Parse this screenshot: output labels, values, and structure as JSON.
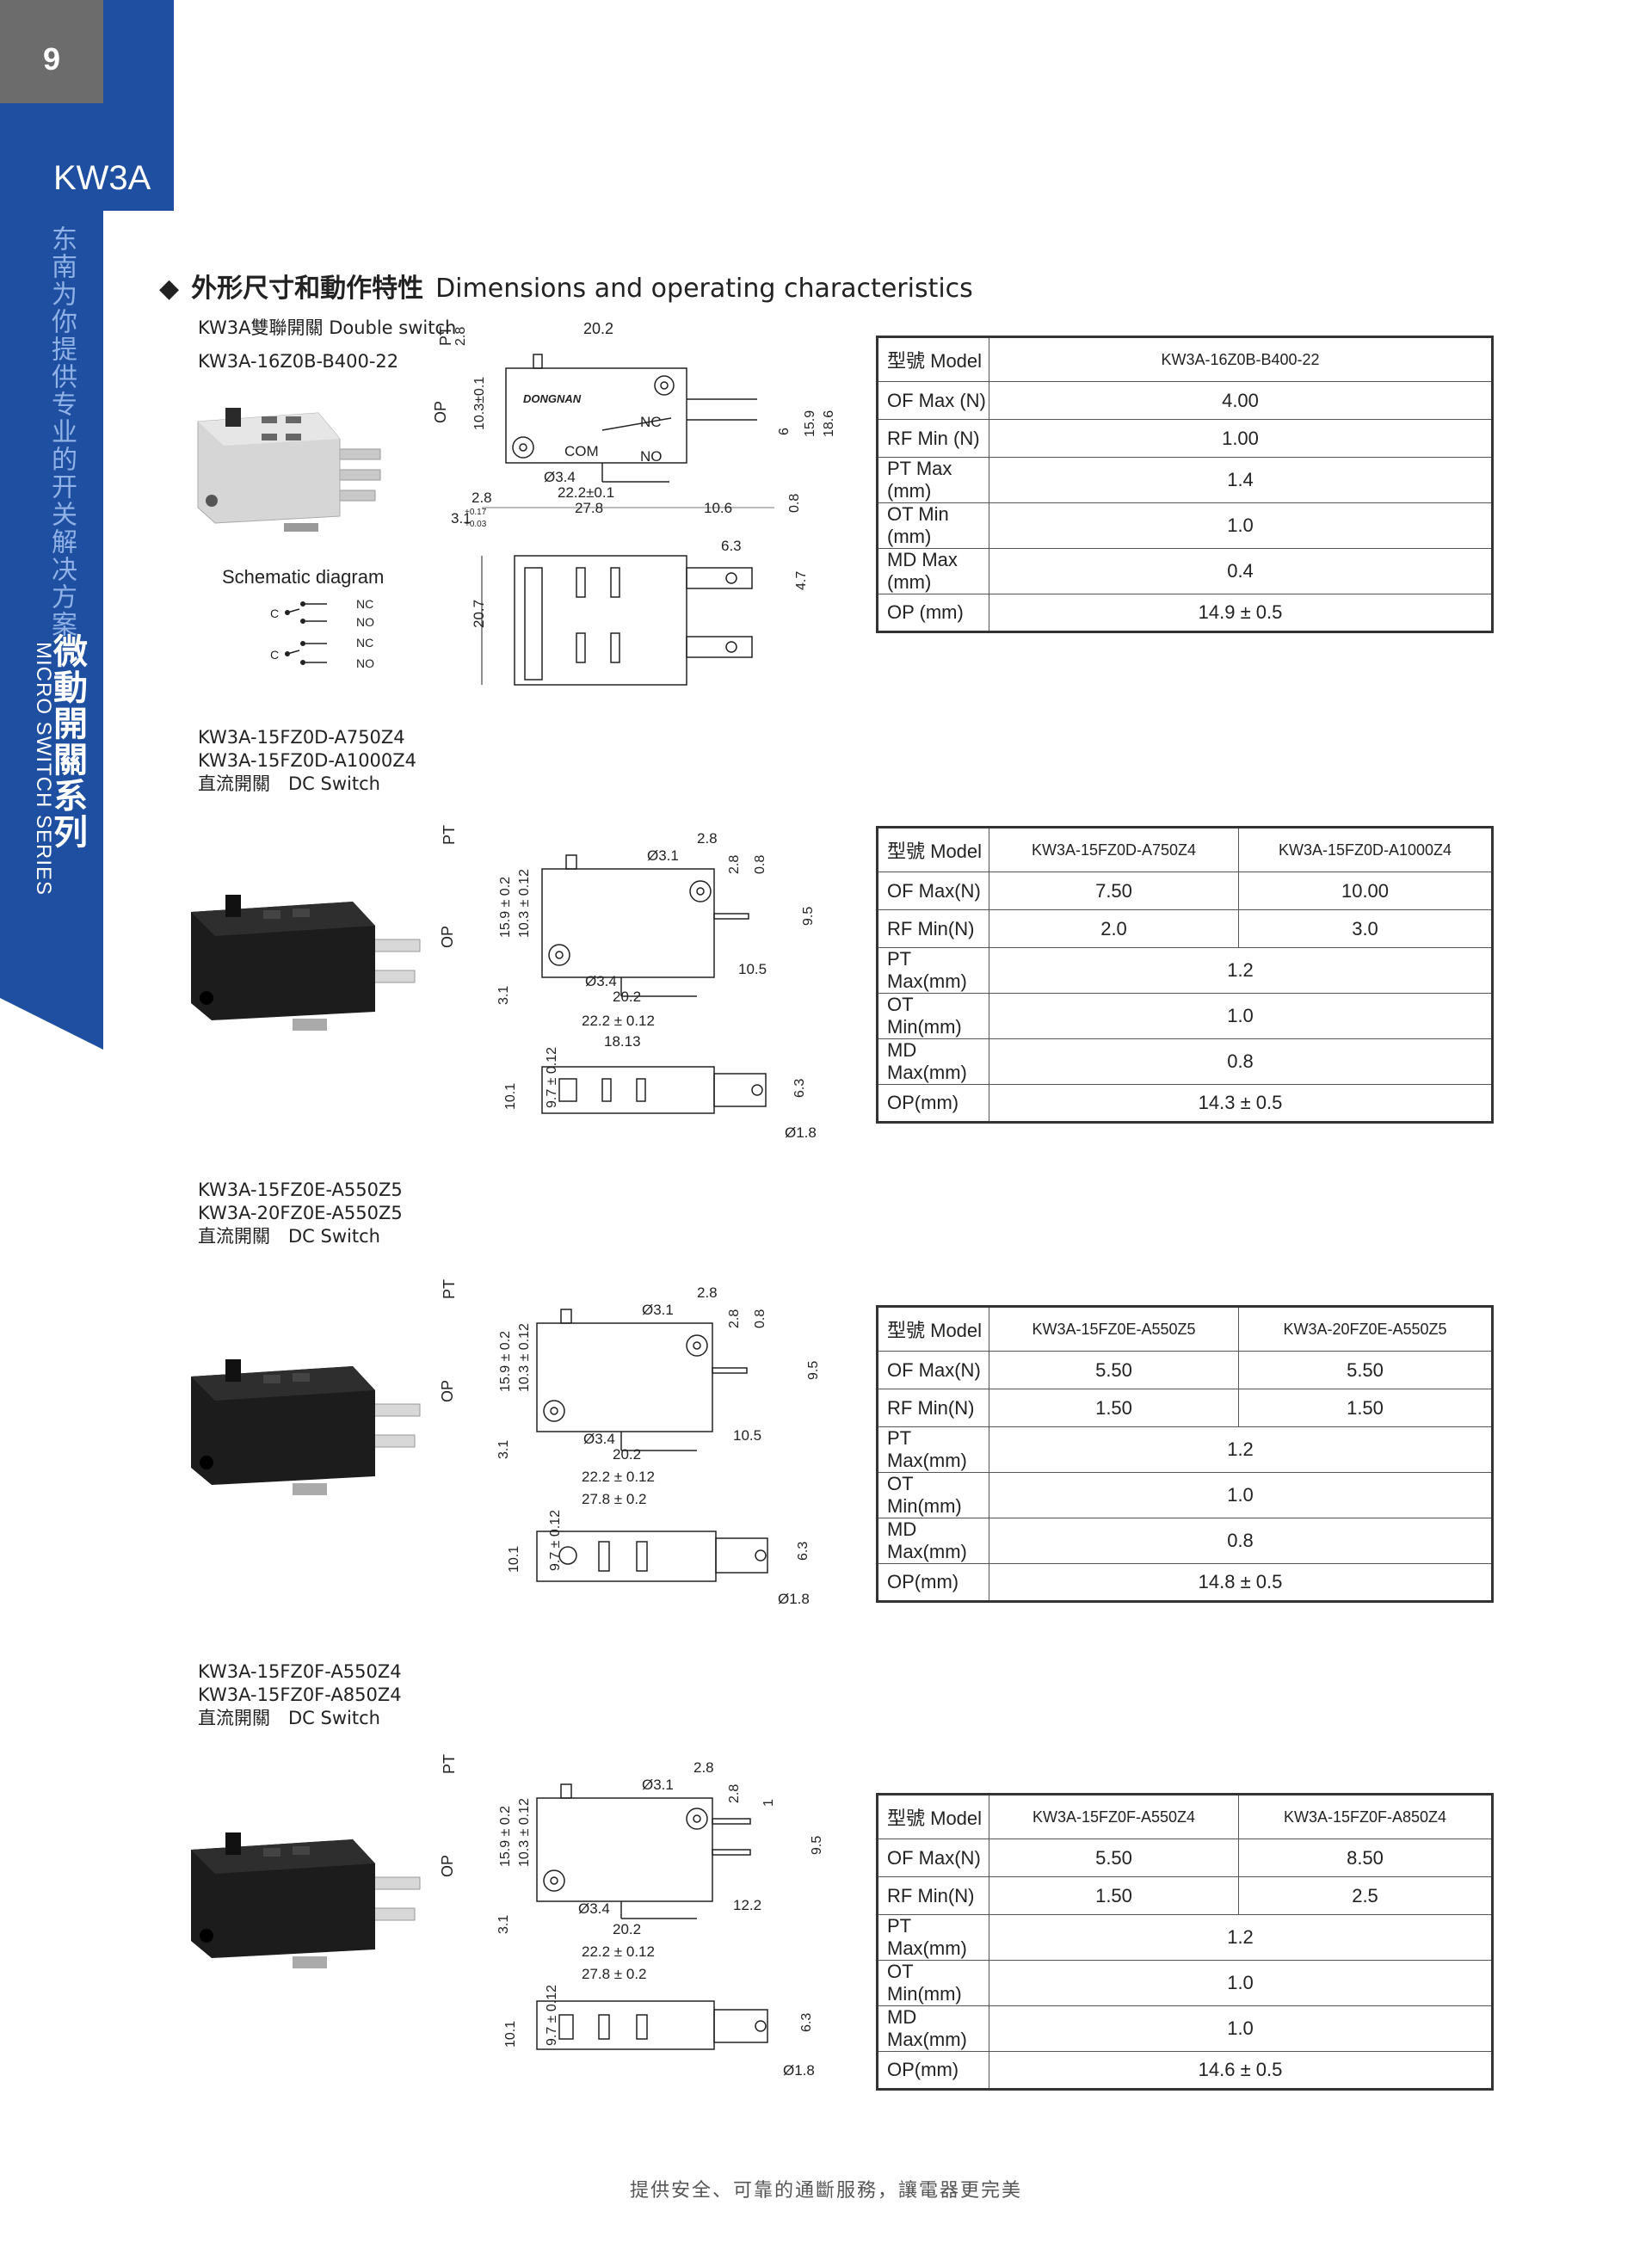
{
  "page_number": "9",
  "model_tag": "KW3A",
  "side": {
    "cn_slogan": "东南为你提供专业的开关解决方案",
    "series_cn": "微動開關系列",
    "series_en": "MICRO SWITCH SERIES"
  },
  "section": {
    "diamond": "◆",
    "title_cn": "外形尺寸和動作特性",
    "title_en": "Dimensions and operating characteristics"
  },
  "products": [
    {
      "caption": [
        "KW3A雙聯開關 Double switch",
        "KW3A-16Z0B-B400-22"
      ],
      "schematic_title": "Schematic diagram",
      "schematic_labels": [
        "C",
        "NC",
        "NO",
        "C",
        "NC",
        "NO"
      ],
      "drawing_labels": {
        "pt": "PT",
        "pt_val": "2.8",
        "len": "20.2",
        "op": "OP",
        "h1": "10.3±0.1",
        "brand": "DONGNAN",
        "nc": "NC",
        "com": "COM",
        "no": "NO",
        "hole": "Ø3.4",
        "d1": "22.2±0.1",
        "d2": "27.8",
        "l": "2.8",
        "l2": "3.1",
        "tol_up": "+0.17",
        "tol_dn": "+0.03",
        "d3": "10.6",
        "t1": "0.8",
        "t2": "6",
        "t3": "15.9",
        "t4": "18.6",
        "w1": "6.3",
        "w2": "4.7",
        "h2": "20.7"
      },
      "table": {
        "header": [
          "型號 Model",
          "KW3A-16Z0B-B400-22"
        ],
        "rows": [
          [
            "OF Max (N)",
            "4.00"
          ],
          [
            "RF Min (N)",
            "1.00"
          ],
          [
            "PT Max (mm)",
            "1.4"
          ],
          [
            "OT Min (mm)",
            "1.0"
          ],
          [
            "MD Max (mm)",
            "0.4"
          ],
          [
            "OP (mm)",
            "14.9 ± 0.5"
          ]
        ]
      }
    },
    {
      "caption": [
        "KW3A-15FZ0D-A750Z4",
        "KW3A-15FZ0D-A1000Z4",
        "直流開關　DC Switch"
      ],
      "drawing_labels": {
        "pt": "PT",
        "op": "OP",
        "a": "2.8",
        "hole1": "Ø3.1",
        "b": "2.8",
        "c": "0.8",
        "h1": "15.9 ± 0.2",
        "h2": "10.3 ± 0.12",
        "h3": "3.1",
        "hole2": "Ø3.4",
        "d1": "20.2",
        "d2": "22.2 ± 0.12",
        "d3": "18.13",
        "e": "10.5",
        "f": "9.5",
        "s1": "10.1",
        "s2": "9.7 ± 0.12",
        "s3": "6.3",
        "s4": "Ø1.8"
      },
      "table": {
        "header": [
          "型號 Model",
          "KW3A-15FZ0D-A750Z4",
          "KW3A-15FZ0D-A1000Z4"
        ],
        "rows": [
          [
            "OF Max(N)",
            "7.50",
            "10.00"
          ],
          [
            "RF Min(N)",
            "2.0",
            "3.0"
          ],
          [
            "PT Max(mm)",
            "1.2"
          ],
          [
            "OT Min(mm)",
            "1.0"
          ],
          [
            "MD Max(mm)",
            "0.8"
          ],
          [
            "OP(mm)",
            "14.3 ± 0.5"
          ]
        ]
      }
    },
    {
      "caption": [
        "KW3A-15FZ0E-A550Z5",
        "KW3A-20FZ0E-A550Z5",
        "直流開關　DC Switch"
      ],
      "drawing_labels": {
        "pt": "PT",
        "op": "OP",
        "a": "2.8",
        "hole1": "Ø3.1",
        "b": "2.8",
        "c": "0.8",
        "h1": "15.9 ± 0.2",
        "h2": "10.3 ± 0.12",
        "h3": "3.1",
        "hole2": "Ø3.4",
        "d1": "20.2",
        "d2": "22.2 ± 0.12",
        "d3": "27.8 ± 0.2",
        "e": "10.5",
        "f": "9.5",
        "s1": "10.1",
        "s2": "9.7 ± 0.12",
        "s3": "6.3",
        "s4": "Ø1.8"
      },
      "table": {
        "header": [
          "型號 Model",
          "KW3A-15FZ0E-A550Z5",
          "KW3A-20FZ0E-A550Z5"
        ],
        "rows": [
          [
            "OF Max(N)",
            "5.50",
            "5.50"
          ],
          [
            "RF Min(N)",
            "1.50",
            "1.50"
          ],
          [
            "PT Max(mm)",
            "1.2"
          ],
          [
            "OT Min(mm)",
            "1.0"
          ],
          [
            "MD Max(mm)",
            "0.8"
          ],
          [
            "OP(mm)",
            "14.8 ± 0.5"
          ]
        ]
      }
    },
    {
      "caption": [
        "KW3A-15FZ0F-A550Z4",
        "KW3A-15FZ0F-A850Z4",
        "直流開關　DC Switch"
      ],
      "drawing_labels": {
        "pt": "PT",
        "op": "OP",
        "a": "2.8",
        "hole1": "Ø3.1",
        "b": "2.8",
        "c": "1",
        "h1": "15.9 ± 0.2",
        "h2": "10.3 ± 0.12",
        "h3": "3.1",
        "hole2": "Ø3.4",
        "d1": "20.2",
        "d2": "22.2 ± 0.12",
        "d3": "27.8 ± 0.2",
        "e": "12.2",
        "f": "9.5",
        "s1": "10.1",
        "s2": "9.7 ± 0.12",
        "s3": "6.3",
        "s4": "Ø1.8"
      },
      "table": {
        "header": [
          "型號 Model",
          "KW3A-15FZ0F-A550Z4",
          "KW3A-15FZ0F-A850Z4"
        ],
        "rows": [
          [
            "OF Max(N)",
            "5.50",
            "8.50"
          ],
          [
            "RF Min(N)",
            "1.50",
            "2.5"
          ],
          [
            "PT Max(mm)",
            "1.2"
          ],
          [
            "OT Min(mm)",
            "1.0"
          ],
          [
            "MD Max(mm)",
            "1.0"
          ],
          [
            "OP(mm)",
            "14.6 ± 0.5"
          ]
        ]
      }
    }
  ],
  "footer": "提供安全、可靠的通斷服務，讓電器更完美",
  "colors": {
    "band": "#1e4fa1",
    "page_box": "#6c6c6c",
    "switch_gray": "#d6d6d6",
    "switch_black": "#1c1c1c"
  }
}
